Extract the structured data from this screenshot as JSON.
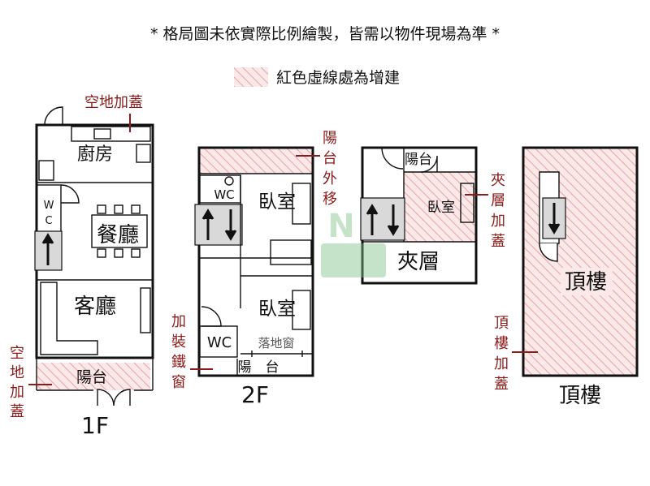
{
  "header": {
    "note": "* 格局圖未依實際比例繪製，皆需以物件現場為準 *",
    "legend_label": "紅色虛線處為增建"
  },
  "colors": {
    "annotation": "#8b1a1a",
    "hatch": "#e7a3a3",
    "watermark": "#7fc28a"
  },
  "floor1": {
    "label": "1F",
    "rooms": {
      "kitchen": "廚房",
      "wc_w": "W",
      "wc_c": "C",
      "dining": "餐廳",
      "living": "客廳",
      "balcony": "陽台"
    },
    "annotations": {
      "top": "空地加蓋",
      "side": [
        "空",
        "地",
        "加",
        "蓋"
      ]
    }
  },
  "floor2": {
    "label": "2F",
    "rooms": {
      "wc_top": "WC",
      "bedroom_top": "臥室",
      "bedroom_bottom": "臥室",
      "wc_bottom": "WC",
      "french_window": "落地窗",
      "balcony": "陽　台"
    },
    "annotations": {
      "balcony_moved": [
        "陽",
        "台",
        "外",
        "移"
      ],
      "iron_window": [
        "加",
        "裝",
        "鐵",
        "窗"
      ]
    }
  },
  "mezzanine": {
    "rooms": {
      "balcony": "陽台",
      "bedroom": "臥室",
      "label": "夾層"
    },
    "annotations": {
      "side": [
        "夾",
        "層",
        "加",
        "蓋"
      ]
    }
  },
  "rooftop": {
    "label": "頂樓",
    "rooms": {
      "main": "頂樓"
    },
    "annotations": {
      "side": [
        "頂",
        "樓",
        "加",
        "蓋"
      ]
    }
  }
}
